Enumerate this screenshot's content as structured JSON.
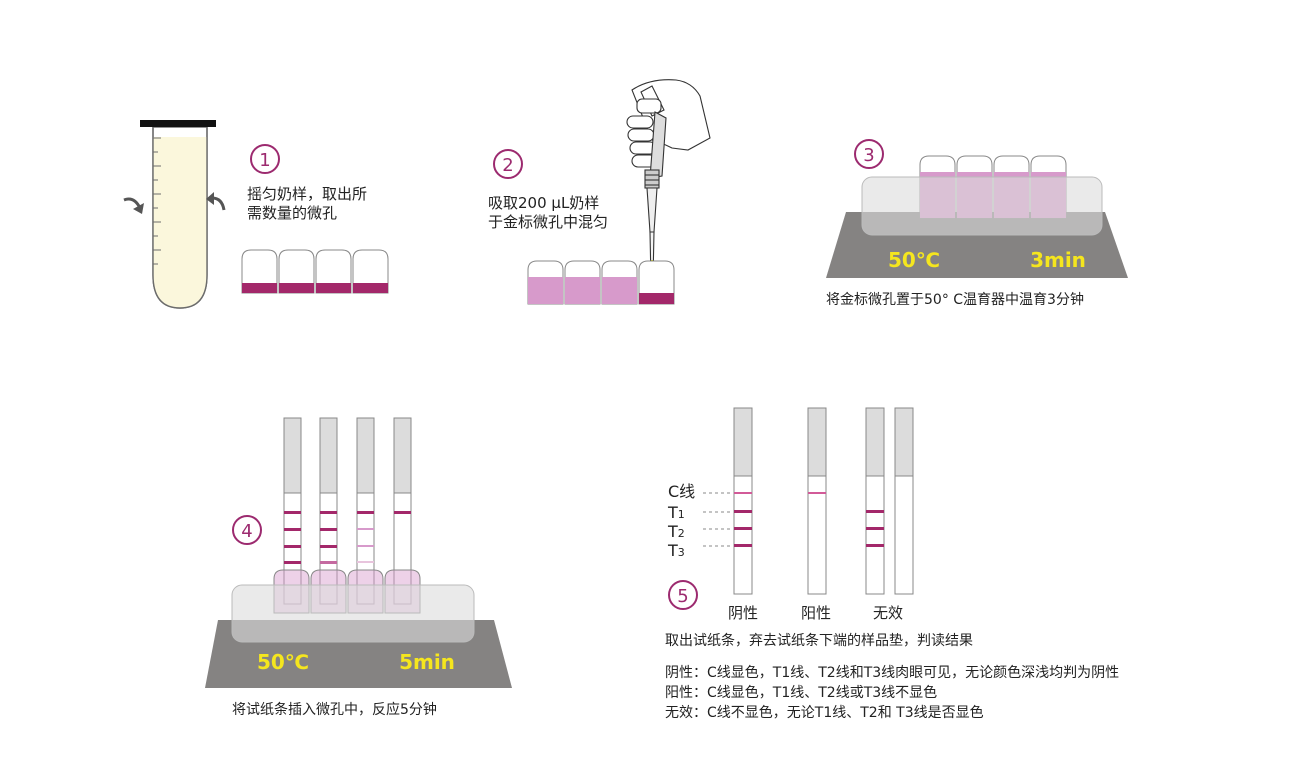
{
  "colors": {
    "accent": "#9c2a6f",
    "milk": "#fbf7dc",
    "magenta": "#a3286a",
    "pink_light": "#d79acb",
    "platform": "#858382",
    "temp_text": "#f5e61e",
    "strip_top": "#dcdcdc"
  },
  "step1": {
    "number": "1",
    "text_line1": "摇匀奶样，取出所",
    "text_line2": "需数量的微孔"
  },
  "step2": {
    "number": "2",
    "text_line1": "吸取200 μL奶样",
    "text_line2": "于金标微孔中混匀"
  },
  "step3": {
    "number": "3",
    "temperature": "50℃",
    "time": "3min",
    "caption": "将金标微孔置于50°  C温育器中温育3分钟"
  },
  "step4": {
    "number": "4",
    "temperature": "50℃",
    "time": "5min",
    "caption": "将试纸条插入微孔中，反应5分钟"
  },
  "step5": {
    "number": "5",
    "line_labels": {
      "c": "C线",
      "t1": "T",
      "t1_sub": "1",
      "t2": "T",
      "t2_sub": "2",
      "t3": "T",
      "t3_sub": "3"
    },
    "strip_labels": [
      "阴性",
      "阳性",
      "无效"
    ],
    "caption": "取出试纸条，弃去试纸条下端的样品垫，判读结果",
    "results": [
      "阴性：C线显色，T1线、T2线和T3线肉眼可见，无论颜色深浅均判为阴性",
      "阳性：C线显色，T1线、T2线或T3线不显色",
      "无效：C线不显色，无论T1线、T2和 T3线是否显色"
    ]
  }
}
